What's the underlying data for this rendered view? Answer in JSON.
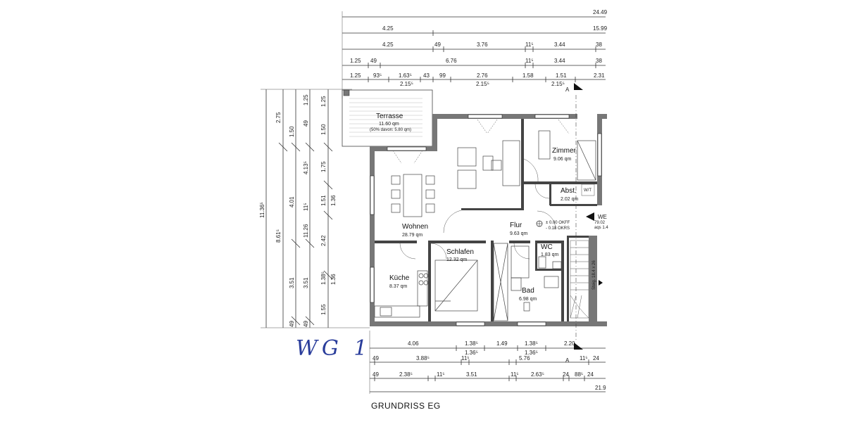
{
  "title": "GRUNDRISS EG",
  "handwritten_label": "WG 1",
  "section_marker": "A",
  "rooms": {
    "terrasse": {
      "name": "Terrasse",
      "area": "11.60 qm",
      "note": "(50% davon: 5.80 qm)"
    },
    "zimmer": {
      "name": "Zimmer",
      "area": "9.06 qm"
    },
    "abst": {
      "name": "Abst.",
      "area": "2.02 qm",
      "tag": "W/T"
    },
    "wohnen": {
      "name": "Wohnen",
      "area": "28.79 qm"
    },
    "flur": {
      "name": "Flur",
      "area": "9.63 qm"
    },
    "wc": {
      "name": "WC",
      "area": "1.83 qm"
    },
    "schlafen": {
      "name": "Schlafen",
      "area": "12.32 qm"
    },
    "kueche": {
      "name": "Küche",
      "area": "8.37 qm"
    },
    "bad": {
      "name": "Bad",
      "area": "6.98 qm"
    }
  },
  "levels": {
    "okff": "± 0.00 OKFF",
    "okrs": "- 0.18 OKRS",
    "entry_tag": "WE",
    "entry_code": "79.02",
    "entry_sub": "aqs 1.4"
  },
  "stairs": {
    "label": "Steig. 18.4 x 26"
  },
  "top_dims": {
    "row1": [
      "24.49"
    ],
    "row2": [
      "4.25",
      "15.99"
    ],
    "row3": [
      "4.25",
      "49",
      "3.76",
      "11⁵",
      "3.44",
      "38"
    ],
    "row4": [
      "1.25",
      "49",
      "6.76",
      "11⁵",
      "3.44",
      "38"
    ],
    "row5": [
      "1.25",
      "93⁵",
      "1.63⁵",
      "43",
      "99",
      "2.76",
      "1.58",
      "1.51",
      "2.31"
    ],
    "row5_sub": [
      "2.15⁵",
      "2.15⁵",
      "2.15⁵"
    ]
  },
  "left_dims": {
    "col1": [
      "11.36⁵"
    ],
    "col2": [
      "2.75",
      "8.61⁵"
    ],
    "col3": [
      "1.50",
      "4.01",
      "3.51",
      "49"
    ],
    "col4": [
      "1.25",
      "49",
      "4.13⁵",
      "11⁵",
      "11.26",
      "3.51",
      "49"
    ],
    "col5": [
      "1.25",
      "1.50",
      "1.75",
      "1.51",
      "2.42",
      "1.38⁵",
      "1.55"
    ],
    "col6": [
      "1.36",
      "1.36"
    ]
  },
  "bottom_dims": {
    "row1": [
      "4.06",
      "1.38⁵",
      "1.49",
      "1.38⁵",
      "2.20"
    ],
    "row1_sub": [
      "1.36⁵",
      "1.36⁵"
    ],
    "row2": [
      "49",
      "3.88⁵",
      "11⁵",
      "5.76",
      "11⁵",
      "24"
    ],
    "row3": [
      "49",
      "2.38⁵",
      "11⁵",
      "3.51",
      "11⁵",
      "2.63⁵",
      "24",
      "88⁵",
      "24"
    ],
    "row4": [
      "21.9"
    ]
  }
}
